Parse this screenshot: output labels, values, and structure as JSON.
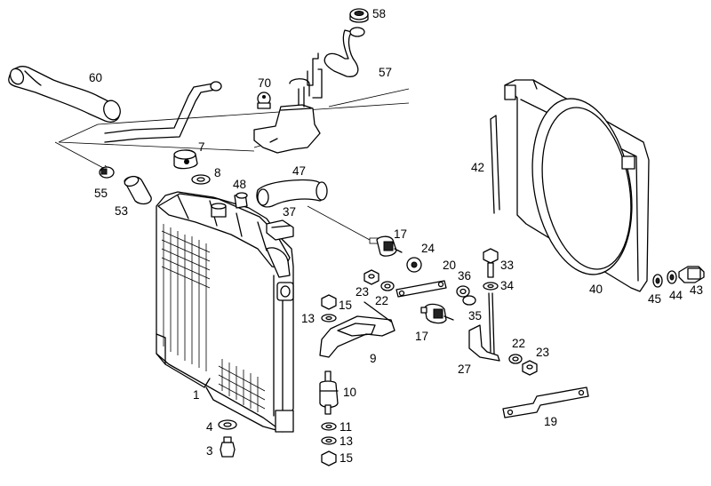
{
  "diagram": {
    "parts": [
      {
        "key": "p1",
        "label": "1"
      },
      {
        "key": "p3",
        "label": "3"
      },
      {
        "key": "p4",
        "label": "4"
      },
      {
        "key": "p7",
        "label": "7"
      },
      {
        "key": "p8",
        "label": "8"
      },
      {
        "key": "p9",
        "label": "9"
      },
      {
        "key": "p10",
        "label": "10"
      },
      {
        "key": "p11",
        "label": "11"
      },
      {
        "key": "p13a",
        "label": "13"
      },
      {
        "key": "p13b",
        "label": "13"
      },
      {
        "key": "p15a",
        "label": "15"
      },
      {
        "key": "p15b",
        "label": "15"
      },
      {
        "key": "p17a",
        "label": "17"
      },
      {
        "key": "p17b",
        "label": "17"
      },
      {
        "key": "p19",
        "label": "19"
      },
      {
        "key": "p20",
        "label": "20"
      },
      {
        "key": "p22a",
        "label": "22"
      },
      {
        "key": "p22b",
        "label": "22"
      },
      {
        "key": "p23a",
        "label": "23"
      },
      {
        "key": "p23b",
        "label": "23"
      },
      {
        "key": "p24",
        "label": "24"
      },
      {
        "key": "p27",
        "label": "27"
      },
      {
        "key": "p33",
        "label": "33"
      },
      {
        "key": "p34",
        "label": "34"
      },
      {
        "key": "p35",
        "label": "35"
      },
      {
        "key": "p36",
        "label": "36"
      },
      {
        "key": "p37",
        "label": "37"
      },
      {
        "key": "p40",
        "label": "40"
      },
      {
        "key": "p42",
        "label": "42"
      },
      {
        "key": "p43",
        "label": "43"
      },
      {
        "key": "p44",
        "label": "44"
      },
      {
        "key": "p45",
        "label": "45"
      },
      {
        "key": "p47",
        "label": "47"
      },
      {
        "key": "p48",
        "label": "48"
      },
      {
        "key": "p53",
        "label": "53"
      },
      {
        "key": "p55",
        "label": "55"
      },
      {
        "key": "p57",
        "label": "57"
      },
      {
        "key": "p58",
        "label": "58"
      },
      {
        "key": "p60",
        "label": "60"
      },
      {
        "key": "p70",
        "label": "70"
      }
    ]
  }
}
